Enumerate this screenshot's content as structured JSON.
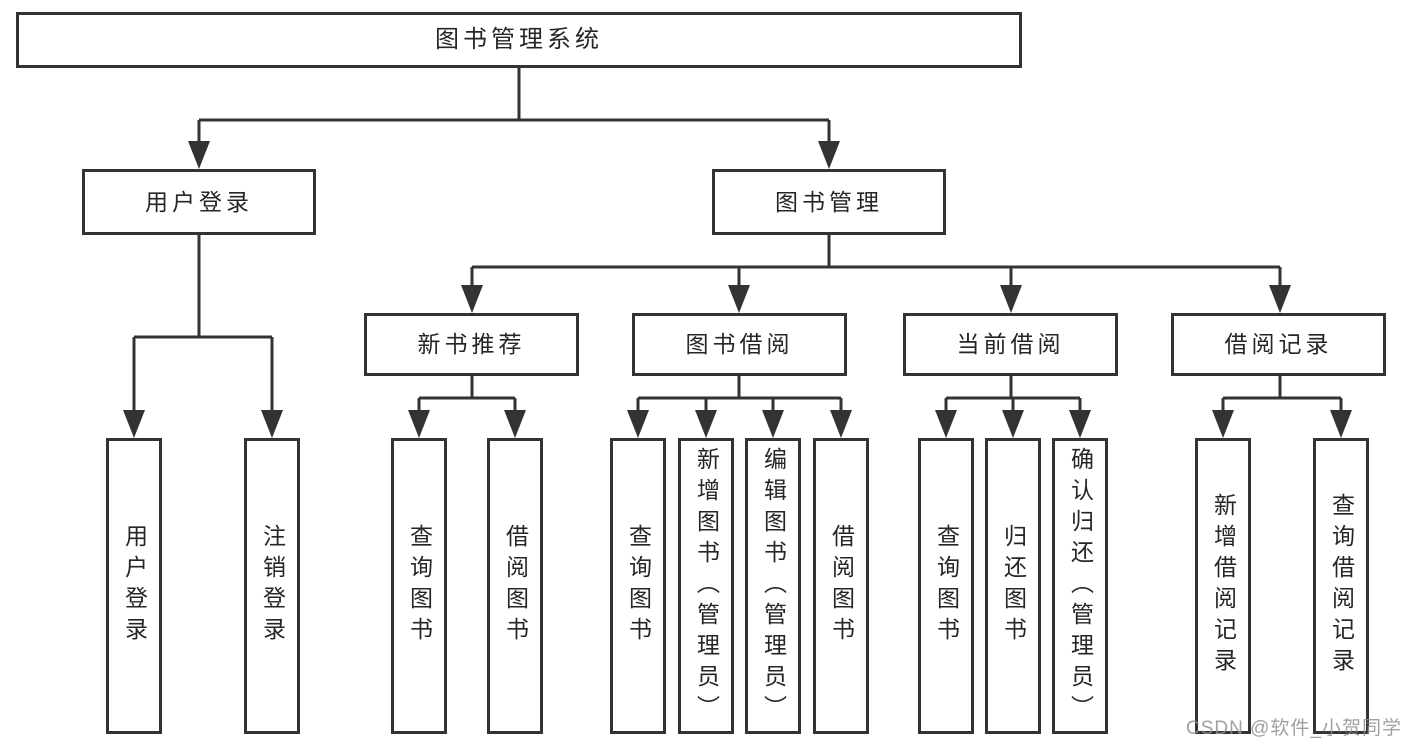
{
  "root": {
    "label": "图书管理系统",
    "children": [
      {
        "label": "用户登录",
        "children": [
          {
            "label": "用户登录"
          },
          {
            "label": "注销登录"
          }
        ]
      },
      {
        "label": "图书管理",
        "children": [
          {
            "label": "新书推荐",
            "children": [
              {
                "label": "查询图书"
              },
              {
                "label": "借阅图书"
              }
            ]
          },
          {
            "label": "图书借阅",
            "children": [
              {
                "label": "查询图书"
              },
              {
                "label": "新增图书（管理员）"
              },
              {
                "label": "编辑图书（管理员）"
              },
              {
                "label": "借阅图书"
              }
            ]
          },
          {
            "label": "当前借阅",
            "children": [
              {
                "label": "查询图书"
              },
              {
                "label": "归还图书"
              },
              {
                "label": "确认归还（管理员）"
              }
            ]
          },
          {
            "label": "借阅记录",
            "children": [
              {
                "label": "新增借阅记录"
              },
              {
                "label": "查询借阅记录"
              }
            ]
          }
        ]
      }
    ]
  },
  "watermark": {
    "text": "CSDN @软件_小贺同学"
  },
  "colors": {
    "line": "#333333",
    "box_border": "#333333",
    "text": "#262626",
    "watermark": "#919191",
    "background": "#ffffff"
  }
}
